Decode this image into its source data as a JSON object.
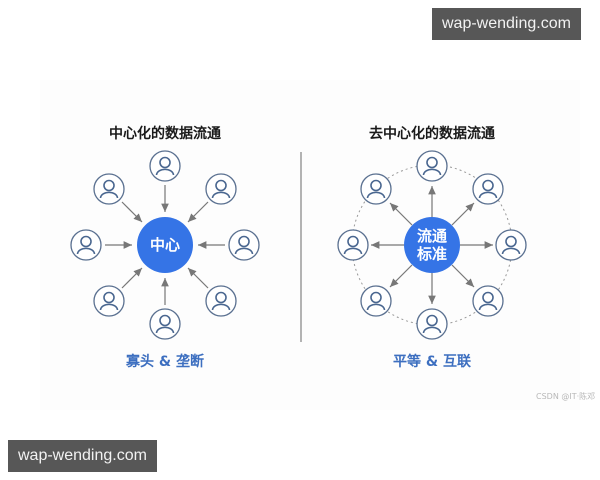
{
  "watermarks": {
    "top_right": "wap-wending.com",
    "bottom_left": "wap-wending.com"
  },
  "credit": "CSDN @IT·陈邓",
  "left": {
    "title": "中心化的数据流通",
    "hub_label": "中心",
    "caption": "寡头 & 垄断",
    "node_count": 8,
    "arrow_direction": "inward"
  },
  "right": {
    "title": "去中心化的数据流通",
    "hub_label_line1": "流通",
    "hub_label_line2": "标准",
    "caption": "平等 & 互联",
    "node_count": 8,
    "arrow_direction": "outward",
    "ring": "dotted"
  },
  "colors": {
    "hub": "#3574e6",
    "node_stroke": "#5a7090",
    "arrow": "#777777",
    "caption": "#3d6fc0"
  }
}
